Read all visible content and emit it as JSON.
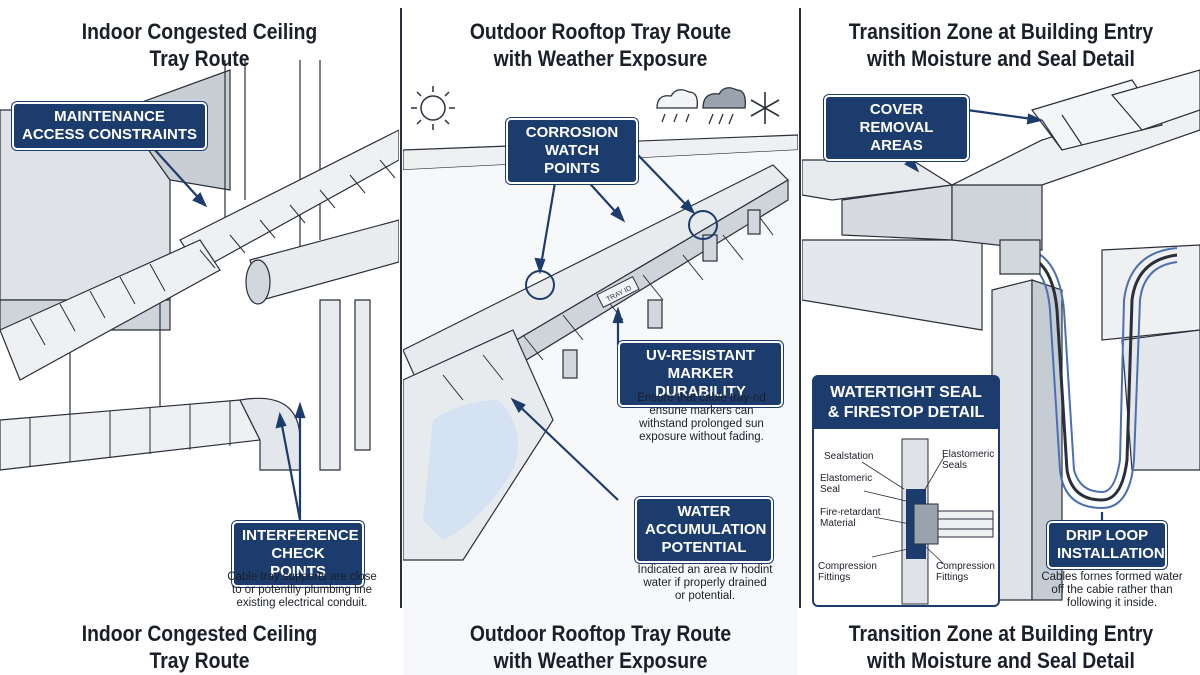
{
  "panels": [
    {
      "title": "Indoor Congested Ceiling\nTray Route",
      "caption": "Indoor Congested Ceiling\nTray Route",
      "callouts": [
        {
          "label": "MAINTENANCE\nACCESS CONSTRAINTS"
        },
        {
          "label": "INTERFERENCE\nCHECK POINTS",
          "note": "Cable tray supports are close\nto or potentlly plumbing line\nexisting electrical conduit."
        }
      ]
    },
    {
      "title": "Outdoor Rooftop Tray Route\nwith Weather Exposure",
      "caption": "Outdoor Rooftop Tray Route\nwith Weather Exposure",
      "tray_marker": "TRAY ID",
      "weather_icons": [
        "sun-icon",
        "rain-cloud-icon",
        "storm-cloud-icon",
        "snowflake-icon"
      ],
      "callouts": [
        {
          "label": "CORROSION\nWATCH POINTS"
        },
        {
          "label": "UV-RESISTANT\nMARKER DURABILITY",
          "note": "Ensure that cable tray-nd\nensune markers can\nwithstand prolonged sun\nexposure without fading."
        },
        {
          "label": "WATER\nACCUMULATION\nPOTENTIAL",
          "note": "Indicated an area iv hodint\nwater if properly drained\nor potential."
        }
      ]
    },
    {
      "title": "Transition Zone at Building Entry\nwith Moisture and Seal Detail",
      "caption": "Transition Zone at Building Entry\nwith Moisture and Seal Detail",
      "callouts": [
        {
          "label": "COVER REMOVAL\nAREAS"
        },
        {
          "label": "DRIP LOOP\nINSTALLATION",
          "note": "Cables fornes formed water\noff the cabie rather than\nfollowing it inside."
        }
      ],
      "seal_detail": {
        "title": "WATERTIGHT SEAL\n& FIRESTOP DETAIL",
        "labels": [
          "Sealstation",
          "Elastomeric\nSeals",
          "Elastomeric\nSeal",
          "Fire-retardant\nMaterial",
          "Compression\nFittings",
          "Compression\nFittings"
        ]
      }
    }
  ],
  "colors": {
    "accent": "#1d3c6e",
    "ink": "#1b1f2a",
    "metal": "#d7dbe0",
    "water": "#cfe0f2"
  }
}
